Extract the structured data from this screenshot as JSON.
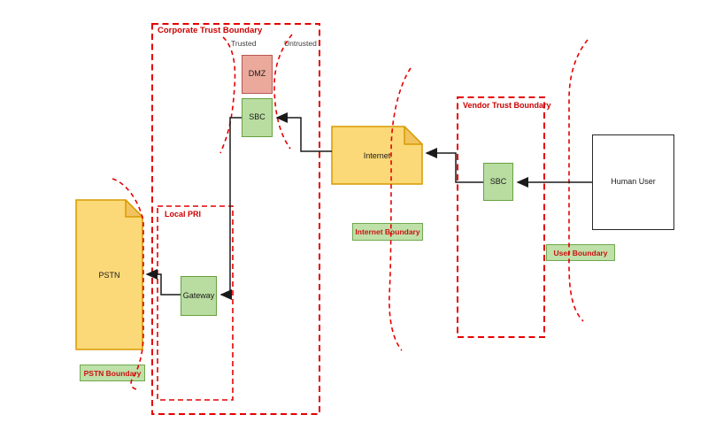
{
  "diagram": {
    "corporate_boundary": {
      "label": "Corporate Trust Boundary"
    },
    "local_pri_boundary": {
      "label": "Local PRI"
    },
    "vendor_boundary": {
      "label": "Vendor Trust Boundary"
    },
    "zone_labels": {
      "trusted": "Trusted",
      "untrusted": "Untrusted"
    },
    "nodes": {
      "dmz": "DMZ",
      "corporate_sbc": "SBC",
      "gateway": "Gateway",
      "pstn": "PSTN",
      "internet": "Internet",
      "vendor_sbc": "SBC",
      "human_user": "Human User"
    },
    "boundary_labels": {
      "pstn": "PSTN Boundary",
      "internet": "Internet Boundary",
      "user": "User Boundary"
    },
    "edges": [
      {
        "from": "human_user",
        "to": "vendor_sbc"
      },
      {
        "from": "vendor_sbc",
        "to": "internet"
      },
      {
        "from": "internet",
        "to": "corporate_sbc"
      },
      {
        "from": "corporate_sbc",
        "to": "gateway"
      },
      {
        "from": "gateway",
        "to": "pstn"
      }
    ],
    "colors": {
      "boundary_red": "#e60000",
      "boundary_title_red": "#cc0000",
      "tag_text_red": "#cc1111",
      "process_fill": "#b9dda1",
      "process_border": "#66a03f",
      "dmz_fill": "#eba99c",
      "dmz_border": "#b85450",
      "note_fill": "#fbd978",
      "note_border": "#d79b00",
      "connector": "#1a1a1a"
    }
  }
}
